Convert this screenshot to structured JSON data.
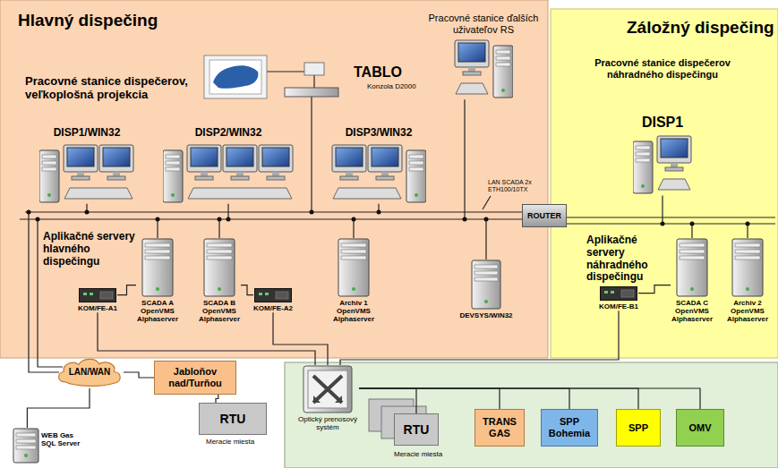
{
  "diagram": {
    "nodes": [
      {
        "text": [
          "Hlavný dispečing"
        ]
      },
      {
        "text": [
          "DISP1/WIN32"
        ],
        "in": 0
      },
      {
        "text": [
          "DISP2/WIN32"
        ],
        "in": 0
      },
      {
        "text": [
          "DISP3/WIN32"
        ],
        "in": 0
      },
      {
        "text": [
          "Pracovné stanice ďalších uživateľov RS"
        ],
        "in": 0
      },
      {
        "text": [
          "SCADA A OpenVMS Alphaserver"
        ],
        "in": 0
      },
      {
        "text": [
          "KOM/FE-A1"
        ],
        "in": 0
      },
      {
        "text": [
          "SCADA B OpenVMS Alphaserver"
        ],
        "in": 0
      },
      {
        "text": [
          "KOM/FE-A2"
        ],
        "in": 0
      },
      {
        "text": [
          "Archiv 1 OpenVMS Alphaserver"
        ],
        "in": 0
      },
      {
        "text": [
          "DEVSYS/WIN32"
        ],
        "in": 0
      },
      {
        "text": [
          "ROUTER"
        ]
      },
      {
        "text": [
          "Záložný dispečing"
        ]
      },
      {
        "text": [
          "DISP1"
        ],
        "in": 12
      },
      {
        "text": [
          "SCADA C OpenVMS Alphaserver"
        ],
        "in": 12
      },
      {
        "text": [
          "KOM/FE-B1"
        ],
        "in": 12
      },
      {
        "text": [
          "Archiv 2 OpenVMS Alphaserver"
        ],
        "in": 12
      },
      {
        "text": [
          "LAN/WAN"
        ]
      },
      {
        "text": [
          "Jabloňov nad/Turňou"
        ]
      },
      {
        "text": [
          "RTU"
        ]
      },
      {
        "text": [
          "WEB Gas SQL Server"
        ]
      },
      {
        "text": [
          "Optický prenosový systém"
        ]
      },
      {
        "text": [
          "RTU"
        ]
      },
      {
        "text": [
          "TRANS GAS"
        ]
      },
      {
        "text": [
          "SPP Bohemia"
        ]
      },
      {
        "text": [
          "SPP"
        ]
      },
      {
        "text": [
          "OMV"
        ]
      }
    ],
    "edges": [
      {
        "from": 6,
        "to": 5,
        "arrow": "none"
      },
      {
        "from": 8,
        "to": 7,
        "arrow": "none"
      },
      {
        "from": 15,
        "to": 14,
        "arrow": "none"
      },
      {
        "from": 21,
        "to": 6,
        "arrow": "none"
      },
      {
        "from": 21,
        "to": 8,
        "arrow": "none"
      },
      {
        "from": 21,
        "to": 15,
        "arrow": "none"
      },
      {
        "from": 21,
        "to": 22,
        "arrow": "none"
      },
      {
        "from": 21,
        "to": 23,
        "arrow": "none"
      },
      {
        "from": 21,
        "to": 24,
        "arrow": "none"
      },
      {
        "from": 21,
        "to": 25,
        "arrow": "none"
      },
      {
        "from": 21,
        "to": 26,
        "arrow": "none"
      },
      {
        "from": 17,
        "to": 18,
        "arrow": "none"
      },
      {
        "from": 18,
        "to": 19,
        "arrow": "none"
      },
      {
        "from": 17,
        "to": 20,
        "arrow": "none"
      }
    ],
    "labels": [
      "Pracovné stanice dispečerov, veľkoplošná projekcia",
      "TABLO",
      "Konzola D2000",
      "LAN SCADA 2x ETH100/10TX",
      "Aplikačné servery hlavného dispečingu",
      "Pracovné stanice dispečerov náhradného dispečingu",
      "Aplikačné servery náhradného dispečingu",
      "Meracie miesta",
      "Meracie miesta"
    ]
  }
}
